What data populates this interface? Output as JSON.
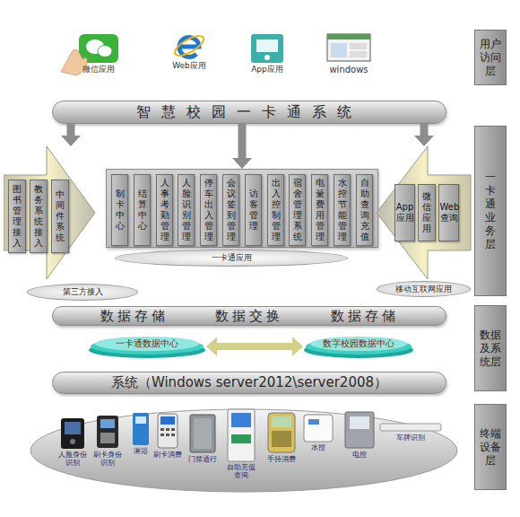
{
  "diagram": {
    "nodes": [
      {
        "text": [
          "用户访问层"
        ]
      },
      {
        "text": [
          "智慧校园一卡通系统"
        ]
      },
      {
        "text": [
          "一卡通业务层"
        ]
      },
      {
        "text": [
          "第三方接入"
        ]
      },
      {
        "text": [
          "图书管理接入"
        ],
        "in": 3
      },
      {
        "text": [
          "教务系统接入"
        ],
        "in": 3
      },
      {
        "text": [
          "中间件系统"
        ],
        "in": 3
      },
      {
        "text": [
          "一卡通应用"
        ]
      },
      {
        "text": [
          "制卡中心"
        ],
        "in": 7
      },
      {
        "text": [
          "结算中心"
        ],
        "in": 7
      },
      {
        "text": [
          "人事考勤管理"
        ],
        "in": 7
      },
      {
        "text": [
          "人脸识别管理"
        ],
        "in": 7
      },
      {
        "text": [
          "停车出入管理"
        ],
        "in": 7
      },
      {
        "text": [
          "会议签到管理"
        ],
        "in": 7
      },
      {
        "text": [
          "访客管理"
        ],
        "in": 7
      },
      {
        "text": [
          "出入控制管理"
        ],
        "in": 7
      },
      {
        "text": [
          "宿舍管理系统"
        ],
        "in": 7
      },
      {
        "text": [
          "电量费用管理"
        ],
        "in": 7
      },
      {
        "text": [
          "水控节能管理"
        ],
        "in": 7
      },
      {
        "text": [
          "自助查询充值"
        ],
        "in": 7
      },
      {
        "text": [
          "移动互联网应用"
        ]
      },
      {
        "text": [
          "App应用"
        ],
        "in": 20
      },
      {
        "text": [
          "微信应用"
        ],
        "in": 20
      },
      {
        "text": [
          "Web查询"
        ],
        "in": 20
      },
      {
        "text": [
          "数据及系统层"
        ]
      },
      {
        "text": [
          "数据存储",
          "数据交换",
          "数据存储"
        ]
      },
      {
        "text": [
          "一卡通数据中心"
        ]
      },
      {
        "text": [
          "数字校园数据中心"
        ]
      },
      {
        "text": [
          "系统（Windows server2012\\server2008）"
        ]
      },
      {
        "text": [
          "终端设备层"
        ]
      }
    ],
    "edges": [
      {
        "from": 1,
        "to": 3,
        "arrow": "to"
      },
      {
        "from": 1,
        "to": 7,
        "arrow": "to"
      },
      {
        "from": 1,
        "to": 20,
        "arrow": "to"
      },
      {
        "from": 26,
        "to": 27,
        "arrow": "both"
      }
    ],
    "labels": [
      "微信应用",
      "Web应用",
      "App应用",
      "windows",
      "人脸身份识别",
      "刷卡身份识别",
      "淋浴",
      "刷卡消费",
      "门禁通行",
      "自助充值查询",
      "手持消费",
      "水控",
      "电控",
      "车牌识别"
    ]
  }
}
